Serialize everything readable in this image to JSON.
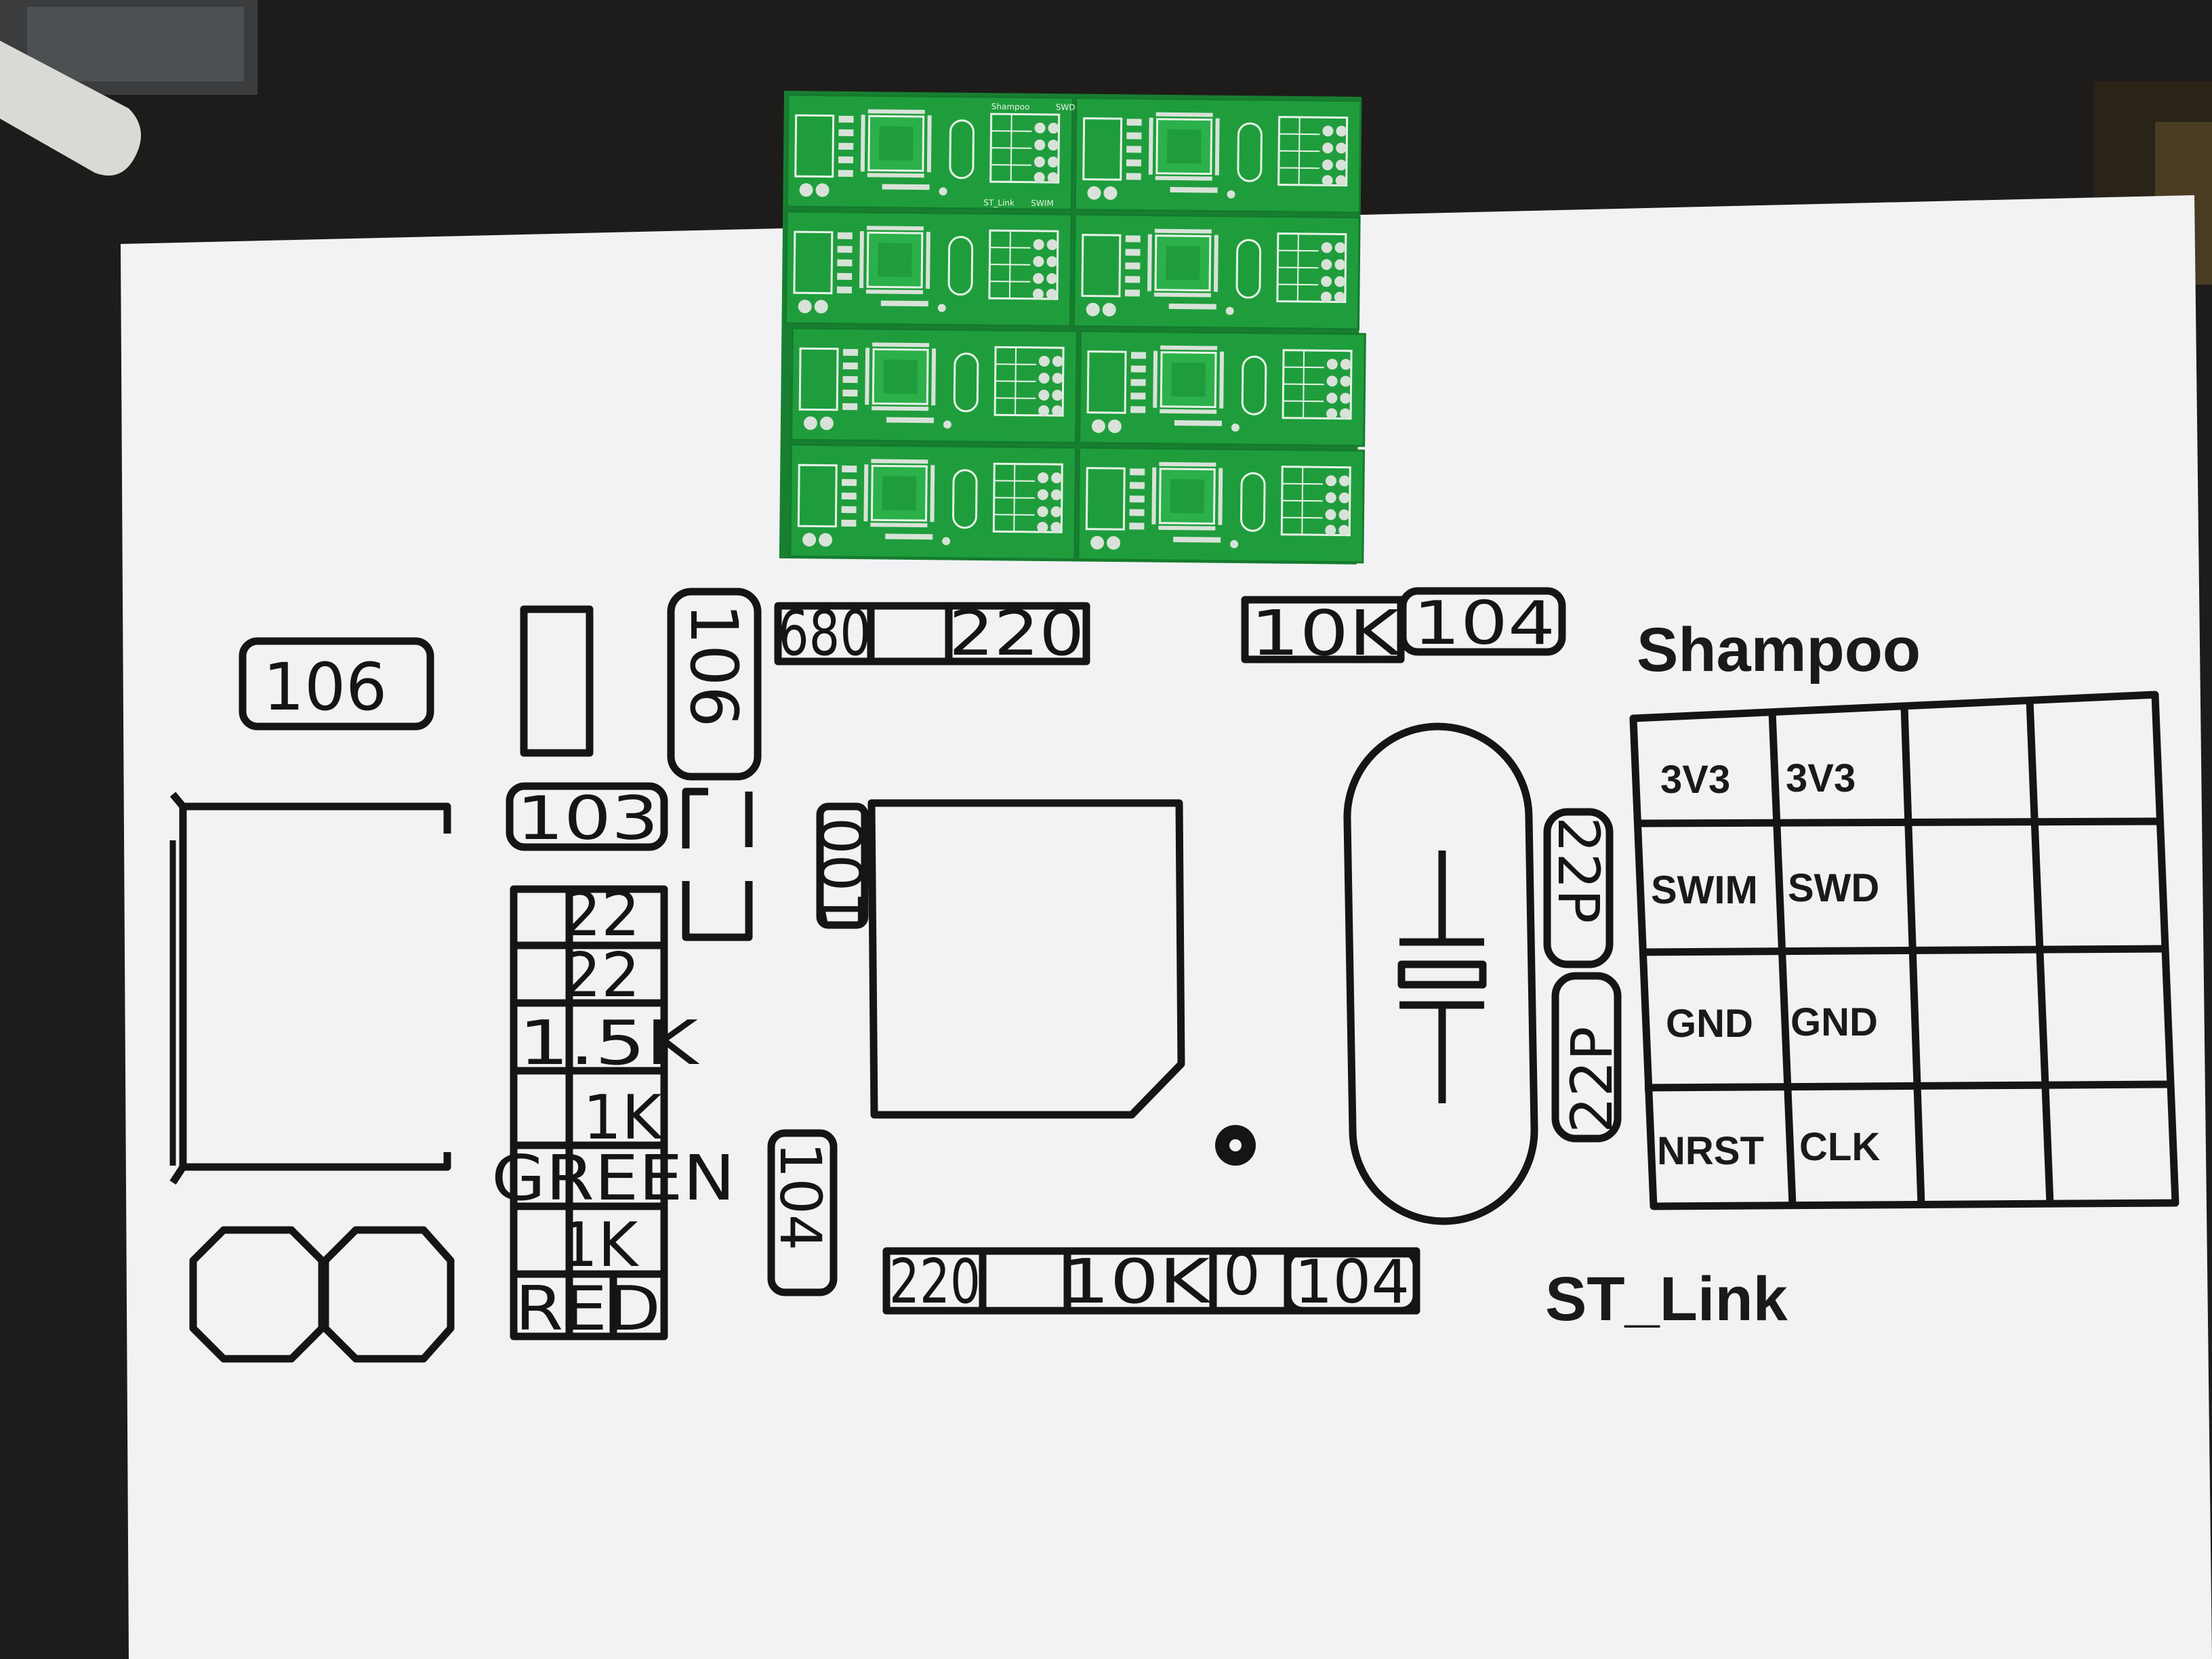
{
  "photo": {
    "colors": {
      "table": "#1d1c1a",
      "paper": "#f2f2f4",
      "ink": "#151515",
      "pcb_green": "#1f9d3c",
      "pcb_copper": "#d8e2d8"
    }
  },
  "pcb_panel": {
    "rows": 4,
    "cols": 2,
    "board_labels": {
      "brand": "Shampoo",
      "right": "SWD",
      "bottom_left": "ST_Link",
      "bottom_right": "SWIM"
    }
  },
  "printout": {
    "components": {
      "c_106_left": "106",
      "c_106_rot": "106",
      "r_680": "680",
      "r_220_top": "220",
      "r_10k_top": "10K",
      "c_104_top": "104",
      "c_103": "103",
      "r_22_a": "22",
      "r_22_b": "22",
      "r_15k": "1.5K",
      "r_1k_a": "1K",
      "led_green": "GREEN",
      "r_1k_b": "1K",
      "led_red": "RED",
      "c_100": "100",
      "c_104_mid": "104",
      "r_220_bot": "220",
      "r_10k_bot": "10K",
      "r_0": "0",
      "c_104_bot": "104",
      "c_22p_a": "22P",
      "c_22p_b": "22P"
    },
    "brand": "Shampoo",
    "product": "ST_Link",
    "header_pins": [
      [
        "3V3",
        "3V3"
      ],
      [
        "SWIM",
        "SWD"
      ],
      [
        "GND",
        "GND"
      ],
      [
        "NRST",
        "CLK"
      ]
    ]
  }
}
